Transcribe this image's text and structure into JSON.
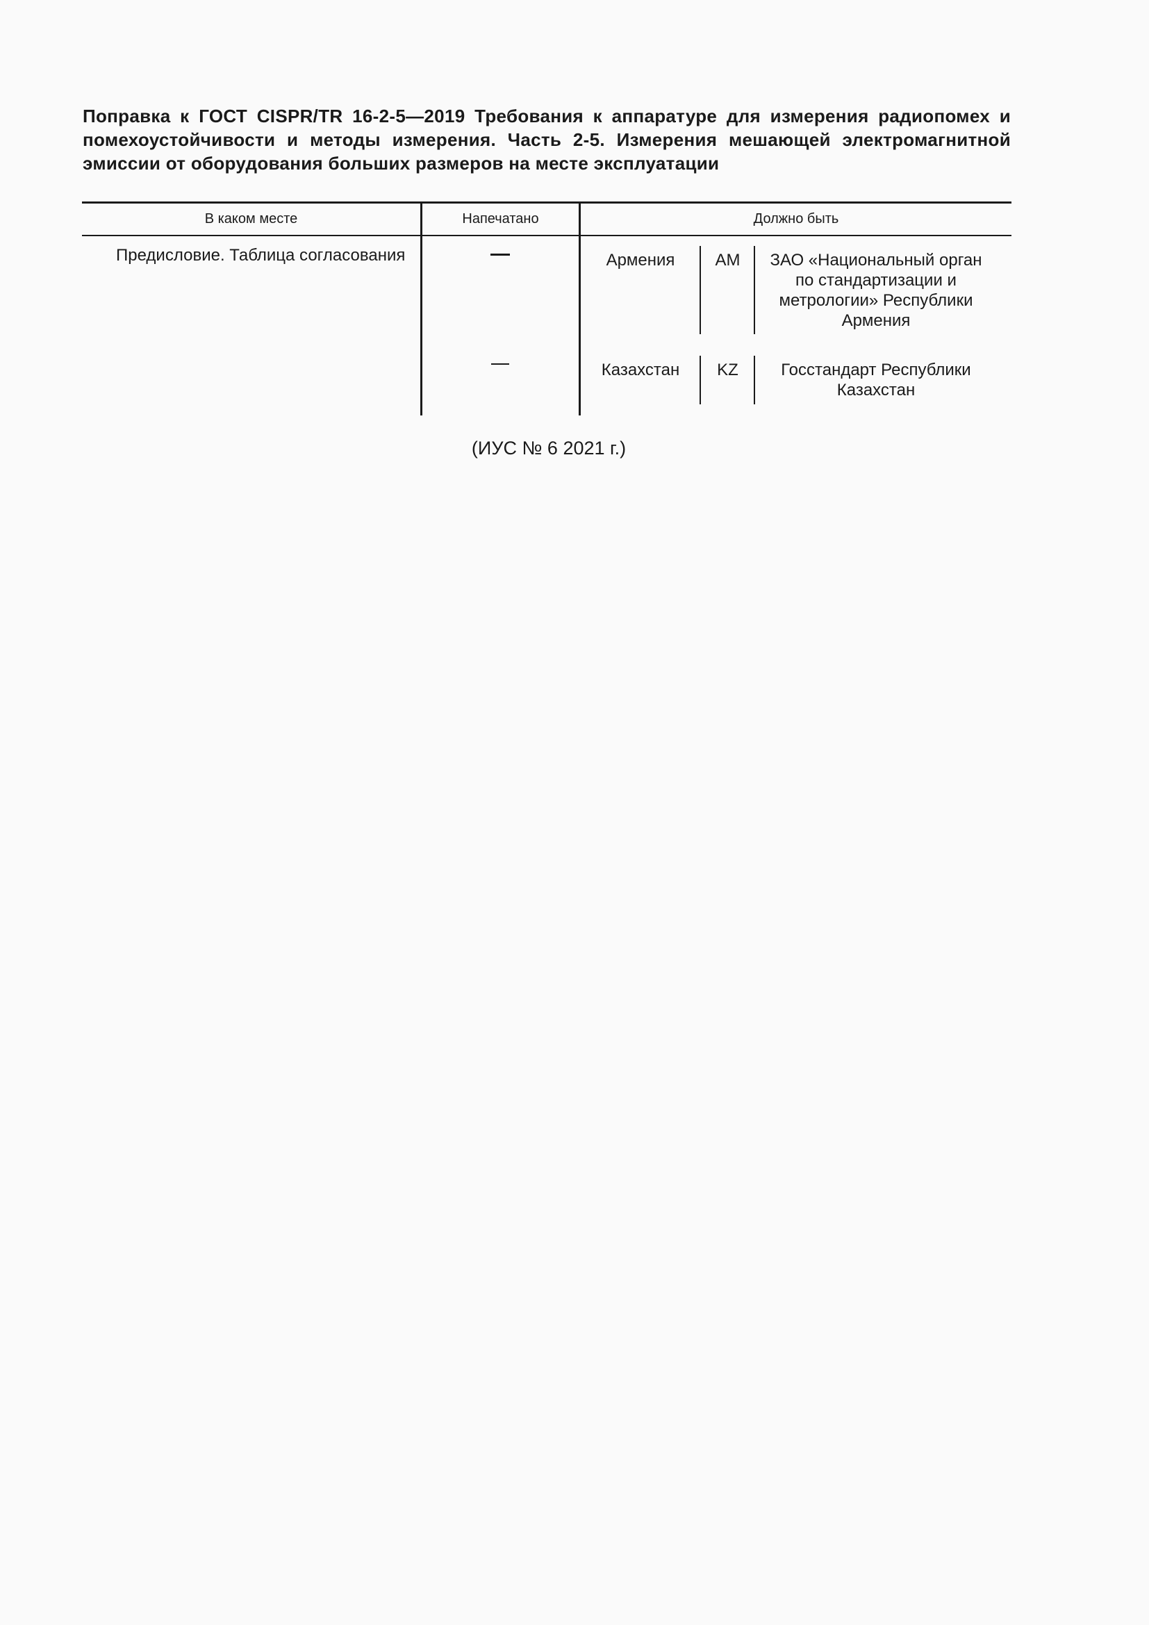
{
  "document": {
    "title": "Поправка к ГОСТ CISPR/TR 16-2-5—2019 Требования к аппаратуре для измерения радиопомех и помехоустойчивости и методы измерения. Часть 2-5. Измерения мешающей электромагнитной эмиссии от оборудования больших размеров на месте эксплуатации",
    "table": {
      "headers": [
        "В каком месте",
        "Напечатано",
        "Должно быть"
      ],
      "row": {
        "location": "Предисловие. Таблица согласования",
        "printed": [
          "—",
          "—"
        ],
        "should_be": [
          {
            "country": "Армения",
            "code": "AM",
            "organization": "ЗАО «Национальный орган по стандартизации и метрологии» Республики Армения"
          },
          {
            "country": "Казахстан",
            "code": "KZ",
            "organization": "Госстандарт Республики Казахстан"
          }
        ]
      }
    },
    "footer": "(ИУС № 6  2021 г.)"
  }
}
